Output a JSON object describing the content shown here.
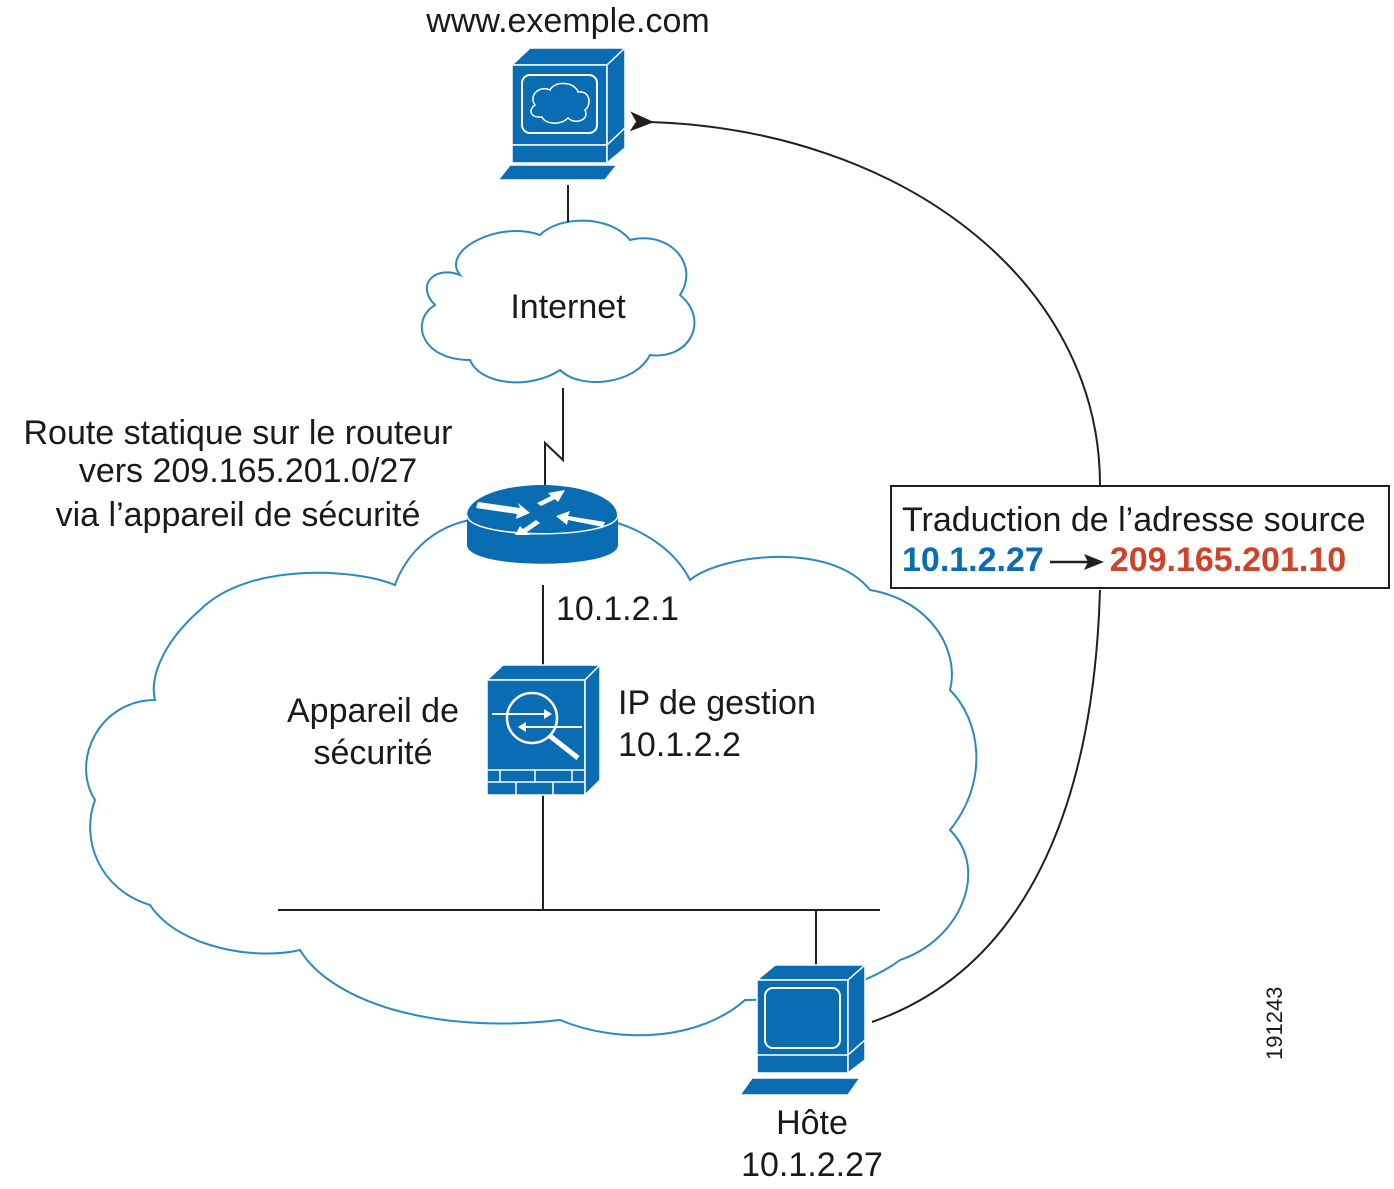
{
  "diagram": {
    "nodes": {
      "web_server": {
        "label": "www.exemple.com",
        "icon": "web-server-icon"
      },
      "internet": {
        "label": "Internet",
        "icon": "cloud-icon"
      },
      "router": {
        "ip": "10.1.2.1",
        "icon": "router-icon",
        "annotation": [
          "Route statique sur le routeur",
          "vers 209.165.201.0/27",
          "via l’appareil de sécurité"
        ]
      },
      "security_appliance": {
        "label": [
          "Appareil de",
          "sécurité"
        ],
        "icon": "firewall-icon",
        "mgmt_label": "IP de gestion",
        "mgmt_ip": "10.1.2.2"
      },
      "host": {
        "label": "Hôte",
        "ip": "10.1.2.27",
        "icon": "workstation-icon"
      }
    },
    "translation_box": {
      "title": "Traduction de l’adresse source",
      "source_ip": "10.1.2.27",
      "translated_ip": "209.165.201.10"
    },
    "figure_id": "191243",
    "colors": {
      "device_blue": "#0a6db3",
      "cloud_outline": "#2a8ac4",
      "source_ip": "#0a6db3",
      "translated_ip": "#d0432b",
      "line": "#231f20"
    }
  }
}
